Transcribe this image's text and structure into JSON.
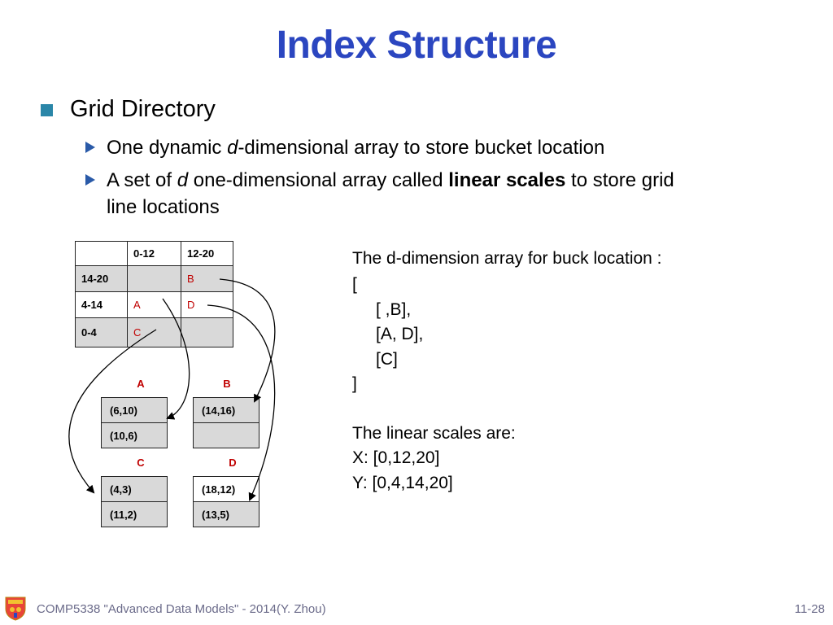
{
  "title": "Index Structure",
  "bullet": "Grid Directory",
  "sub1": {
    "pre": "One dynamic ",
    "italic": "d",
    "post": "-dimensional array to store bucket location"
  },
  "sub2": {
    "pre": "A set of ",
    "italic": "d",
    "mid": " one-dimensional array called ",
    "bold": "linear scales",
    "post": " to store grid",
    "line2": "line locations"
  },
  "grid": {
    "header": [
      "",
      "0-12",
      "12-20"
    ],
    "rows": [
      {
        "label": "14-20",
        "c1": "",
        "c2": "B"
      },
      {
        "label": "4-14",
        "c1": "A",
        "c2": "D"
      },
      {
        "label": "0-4",
        "c1": "C",
        "c2": ""
      }
    ]
  },
  "buckets": {
    "A": {
      "label": "A",
      "cells": [
        "(6,10)",
        "(10,6)"
      ]
    },
    "B": {
      "label": "B",
      "cells": [
        "(14,16)",
        ""
      ]
    },
    "C": {
      "label": "C",
      "cells": [
        "(4,3)",
        "(11,2)"
      ]
    },
    "D": {
      "label": "D",
      "cells": [
        "(18,12)",
        "(13,5)"
      ]
    }
  },
  "right": {
    "line1": "The d-dimension array for buck location :",
    "line2": "[",
    "line3": "[ ,B],",
    "line4": "[A, D],",
    "line5": "[C]",
    "line6": "]",
    "line7": "The linear scales are:",
    "line8": "X: [0,12,20]",
    "line9": "Y: [0,4,14,20]"
  },
  "footer": {
    "course": "COMP5338 \"Advanced Data Models\" - 2014(Y. Zhou)",
    "page": "11-28"
  },
  "colors": {
    "title": "#2b46c0",
    "accent_red": "#c00000",
    "bullet": "#2a86a8"
  }
}
